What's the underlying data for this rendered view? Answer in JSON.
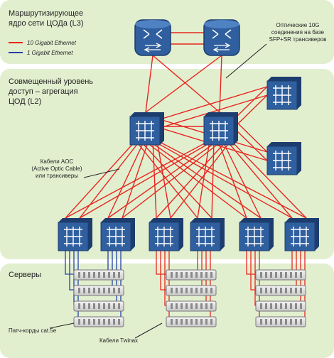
{
  "zones": {
    "core_title_line1": "Маршрутизирующее",
    "core_title_line2": "ядро сети ЦОДа (L3)",
    "access_title_line1": "Совмещенный уровень",
    "access_title_line2": "доступ – агрегация",
    "access_title_line3": "ЦОД (L2)",
    "servers_title": "Серверы"
  },
  "legend": {
    "ten_gig": "10 Gigabit Ethernet",
    "one_gig": "1 Gigabit Ethernet",
    "ten_gig_color": "#e8251f",
    "one_gig_color": "#2340a8"
  },
  "annotations": {
    "optical_line1": "Оптические 10G",
    "optical_line2": "соединения на базе",
    "optical_line3": "SFP+SR трансиверов",
    "aoc_line1": "Кабели AOC",
    "aoc_line2": "(Active Optic Cable)",
    "aoc_line3": "или трансиверы",
    "patch_cords": "Патч-корды cat.5e",
    "twinax": "Кабели Twinax"
  },
  "colors": {
    "zone_fill": "#e2efcf",
    "device_blue": "#2f5f9e",
    "device_dark": "#1c3d6e"
  }
}
